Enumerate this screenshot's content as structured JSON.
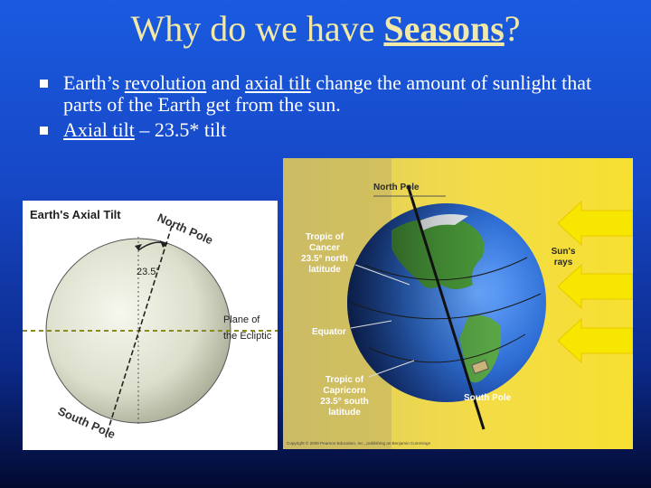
{
  "slide": {
    "title_prefix": "Why do we have ",
    "title_keyword": "Seasons",
    "title_suffix": "?"
  },
  "bullets": [
    {
      "parts": [
        "Earth’s ",
        "revolution",
        " and ",
        "axial tilt",
        " change the amount of sunlight that parts of the Earth get from the sun."
      ]
    },
    {
      "parts": [
        "Axial tilt",
        " – 23.5* tilt"
      ]
    }
  ],
  "left_figure": {
    "title": "Earth's Axial Tilt",
    "north_label": "North Pole",
    "south_label": "South Pole",
    "angle_label": "23.5°",
    "plane_label_line1": "Plane of",
    "plane_label_line2": "the Ecliptic"
  },
  "right_figure": {
    "north_label": "North Pole",
    "south_label": "South Pole",
    "tropic_cancer": [
      "Tropic of",
      "Cancer",
      "23.5° north",
      "latitude"
    ],
    "equator": "Equator",
    "tropic_capricorn": [
      "Tropic of",
      "Capricorn",
      "23.5° south",
      "latitude"
    ],
    "sun_rays": [
      "Sun's",
      "rays"
    ],
    "copyright": "Copyright © 2009 Pearson Education, Inc., publishing as Benjamin Cummings"
  },
  "colors": {
    "title": "#f2e9a8",
    "panel_yellow": "#f3d94a",
    "ray_yellow": "#f7e600"
  }
}
